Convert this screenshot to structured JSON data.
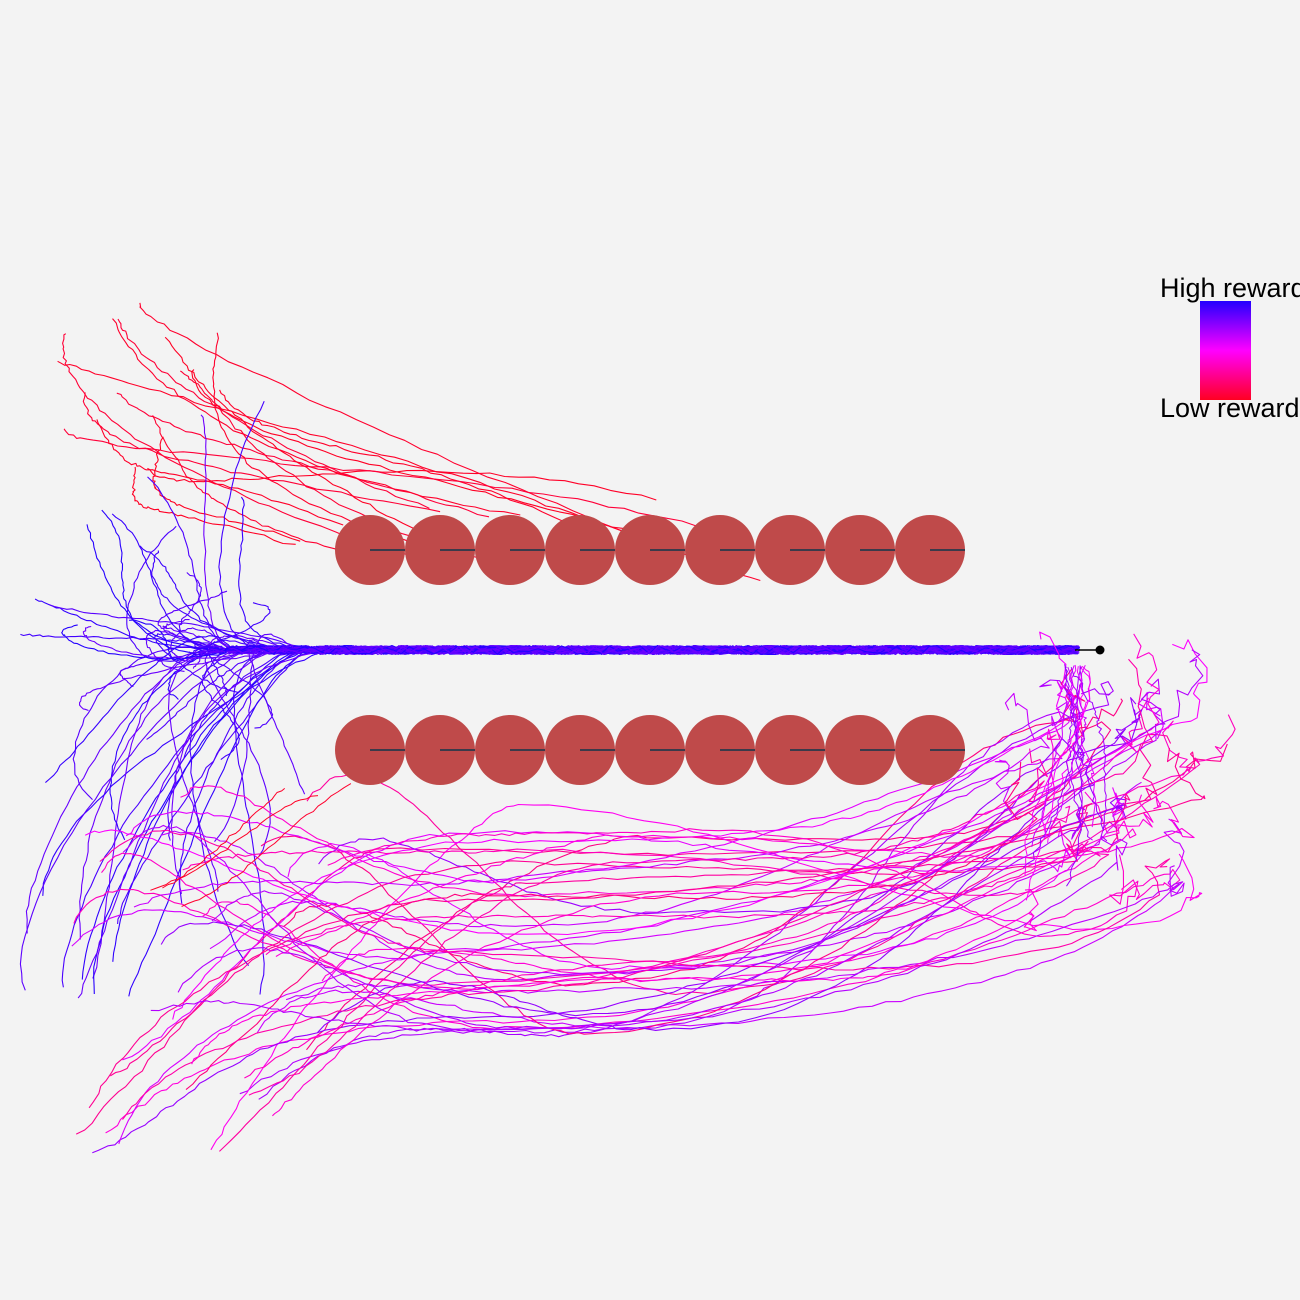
{
  "legend": {
    "high_label": "High reward",
    "low_label": "Low reward",
    "high_color": "#2200ff",
    "mid_color": "#ff00ff",
    "low_color": "#ff0022"
  },
  "colors": {
    "background": "#f3f3f3",
    "obstacle": "#bf4a4a",
    "obstacle_line": "#3a3a4a",
    "goal": "#000000"
  },
  "obstacle_rows": 2,
  "obstacles_per_row": 9
}
